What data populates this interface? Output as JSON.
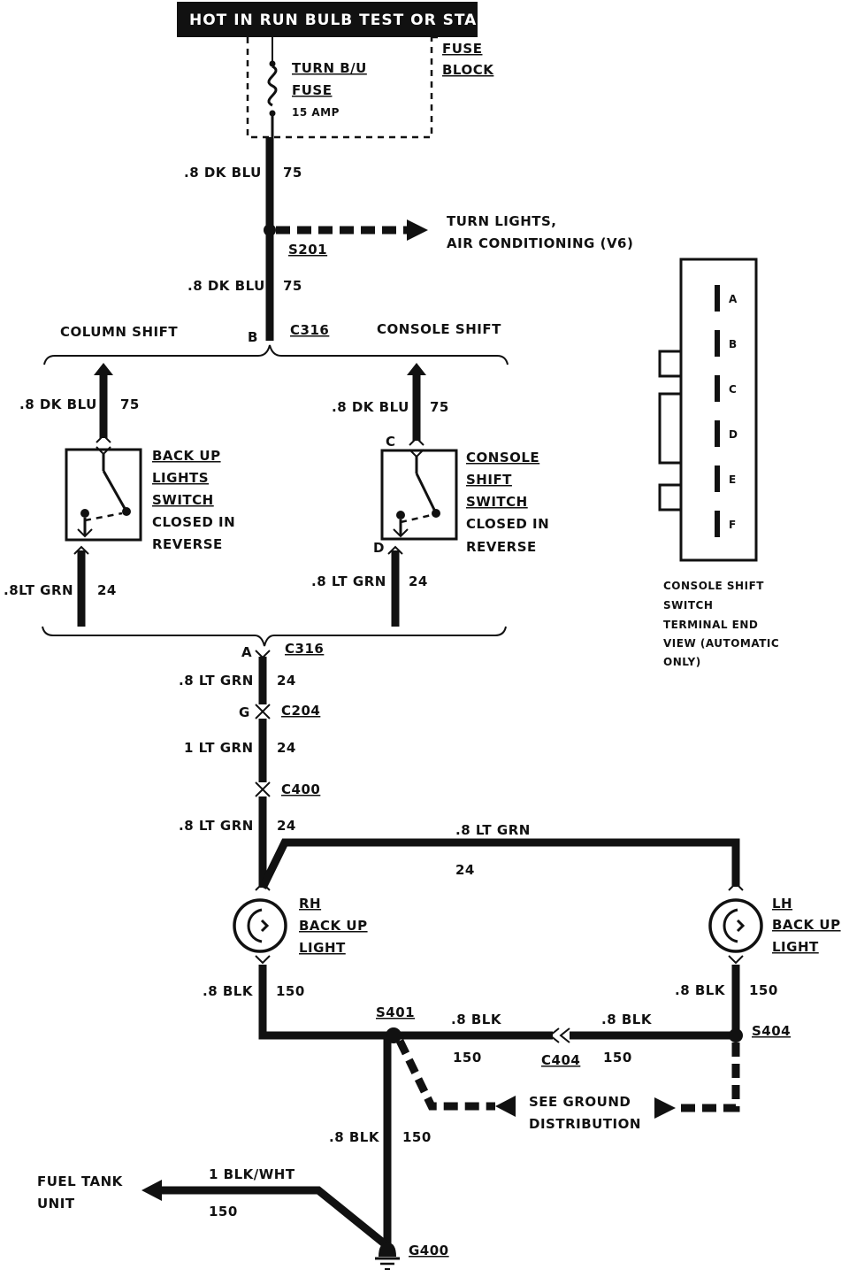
{
  "header": {
    "banner": "HOT IN RUN BULB TEST OR START"
  },
  "fuse": {
    "block_line1": "FUSE",
    "block_line2": "BLOCK",
    "name_line1": "TURN B/U",
    "name_line2": "FUSE",
    "rating": "15 AMP"
  },
  "wires": {
    "w1_gauge": ".8 DK BLU",
    "w1_circuit": "75",
    "w2_gauge": ".8 DK BLU",
    "w2_circuit": "75",
    "w3_gauge": ".8 DK BLU",
    "w3_circuit": "75",
    "w4_gauge": ".8 DK BLU",
    "w4_circuit": "75",
    "w5_gauge": ".8LT GRN",
    "w5_circuit": "24",
    "w6_gauge": ".8 LT GRN",
    "w6_circuit": "24",
    "w7_gauge": ".8 LT GRN",
    "w7_circuit": "24",
    "w8_gauge": "1 LT GRN",
    "w8_circuit": "24",
    "w9_gauge": ".8 LT GRN",
    "w9_circuit": "24",
    "w10_gauge": ".8 LT GRN",
    "w10_circuit": "24",
    "w11_gauge": ".8 BLK",
    "w11_circuit": "150",
    "w12_gauge": ".8 BLK",
    "w12_circuit": "150",
    "w13_gauge": ".8 BLK",
    "w13_circuit": "150",
    "w14_gauge": ".8 BLK",
    "w14_circuit": "150",
    "w15_gauge": ".8 BLK",
    "w15_circuit": "150",
    "w16_gauge": "1 BLK/WHT",
    "w16_circuit": "150"
  },
  "splices": {
    "s201": "S201",
    "s401": "S401",
    "s404": "S404",
    "g400": "G400"
  },
  "connectors": {
    "c316_top": "C316",
    "c316_top_pin": "B",
    "c316_bottom": "C316",
    "c316_bottom_pin": "A",
    "c204": "C204",
    "c204_pin": "G",
    "c400": "C400",
    "c404": "C404",
    "switch_pin_c": "C",
    "switch_pin_d": "D"
  },
  "destination": {
    "line1": "TURN LIGHTS,",
    "line2": "AIR CONDITIONING (V6)"
  },
  "shift": {
    "column_label": "COLUMN SHIFT",
    "console_label": "CONSOLE SHIFT"
  },
  "backup_switch": {
    "line1": "BACK UP",
    "line2": "LIGHTS",
    "line3": "SWITCH",
    "line4": "CLOSED IN",
    "line5": "REVERSE"
  },
  "console_switch": {
    "line1": "CONSOLE",
    "line2": "SHIFT",
    "line3": "SWITCH",
    "line4": "CLOSED IN",
    "line5": "REVERSE"
  },
  "terminal_view": {
    "pins": [
      "A",
      "B",
      "C",
      "D",
      "E",
      "F"
    ],
    "caption1": "CONSOLE SHIFT",
    "caption2": "SWITCH",
    "caption3": "TERMINAL END",
    "caption4": "VIEW (AUTOMATIC",
    "caption5": "ONLY)"
  },
  "lights": {
    "rh_line1": "RH",
    "rh_line2": "BACK UP",
    "rh_line3": "LIGHT",
    "lh_line1": "LH",
    "lh_line2": "BACK UP",
    "lh_line3": "LIGHT"
  },
  "ground": {
    "line1": "SEE GROUND",
    "line2": "DISTRIBUTION"
  },
  "fuel_tank": {
    "line1": "FUEL TANK",
    "line2": "UNIT"
  }
}
